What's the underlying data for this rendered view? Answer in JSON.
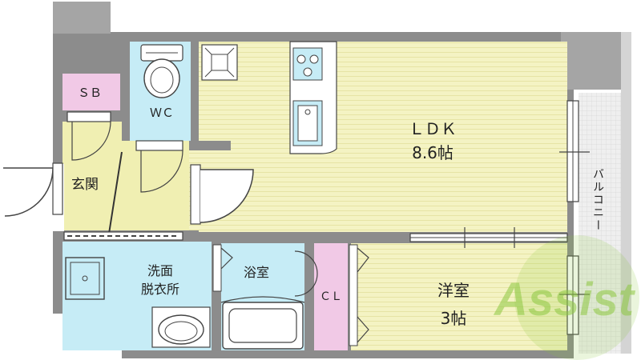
{
  "rooms": {
    "sb": "ＳＢ",
    "wc": "ＷＣ",
    "genkan": "玄関",
    "ldk_name": "ＬＤＫ",
    "ldk_size": "8.6帖",
    "senmen_line1": "洗面",
    "senmen_line2": "脱衣所",
    "yokushitsu": "浴室",
    "cl": "ＣＬ",
    "yoshitsu_name": "洋室",
    "yoshitsu_size": "3帖",
    "balcony": "バルコニー"
  },
  "watermark": "Assist",
  "colors": {
    "wall": "#8c8c8c",
    "ldk_floor": "#f4f3c3",
    "genkan_floor": "#f0efb2",
    "wet_area": "#c6ecf6",
    "storage": "#f1c9e6",
    "balcony": "#efefef",
    "watermark_green": "#8cc63f"
  }
}
